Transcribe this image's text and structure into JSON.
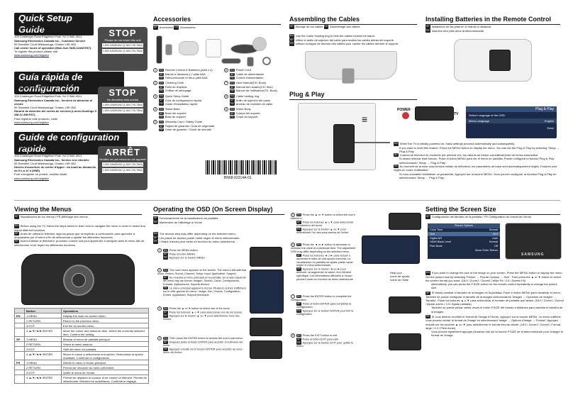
{
  "left": {
    "en": {
      "title": "Quick Setup Guide",
      "phone": "1-800-SAMSUNG (7267864)",
      "company1": "Samsung Electronics America, Inc.",
      "addr1": "105 Challenger Road Ridgefield Park, NJ 07660-0511",
      "company2": "Samsung Electronics Canada Inc., Customer Service",
      "addr2": "55 Standish Court Mississauga, Ontario L5R 4B2",
      "call": "Call center hours of operation (Mon-Sun 9AM-12AM EST).",
      "reg": "To register this product please visit",
      "url": "www.samsung.com/register",
      "stop_title": "STOP",
      "stop_text": "Please do not return this unit",
      "stop_phone": "1-800-SAMSUNG (1-800-726-7864)"
    },
    "sp": {
      "title": "Guía rápida de configuración",
      "phone": "1-800-SAMSUNG (7267864)",
      "company1": "Samsung Electronics America, Inc.",
      "addr1": "105 Challenger Road Ridgefield Park, NJ 07660-0511",
      "company2": "Samsung Electronics Canada Inc., Servicio de atención al cliente",
      "addr2": "55 Standish Court Mississauga, Ontario L5R 4B2",
      "call": "Horario de atención del centro de servicio (Lunes-Domingo 9 AM-12 AM EST).",
      "reg": "Para registrar este producto, visite",
      "url": "www.samsung.com/register",
      "stop_title": "STOP",
      "stop_text": "No devuelva esta unidad",
      "stop_phone": "1-800-SAMSUNG (1-800-726-7864)"
    },
    "fr": {
      "title": "Guide de configuration rapide",
      "phone": "1-800-SAMSUNG (7267864)",
      "company1": "Samsung Electronics America, Inc.",
      "addr1": "105 Challenger Road Ridgefield Park, NJ 07660-0511",
      "company2": "Samsung Electronics Canada Inc., Service à la clientèle",
      "addr2": "55 Standish Court Mississauga, Ontario L5R 4B2",
      "call": "Heures d'ouverture du centre d'appel : du lundi au dimanche, de 9 h à 12 h (HNE)",
      "reg": "Pour enregistrer ce produit, veuillez visiter",
      "url": "www.samsung.com/register",
      "stop_title": "ARRÊT",
      "stop_text": "Veuillez ne pas retourner cet appareil",
      "stop_phone": "1-800-SAMSUNG (1-800-726-7864)"
    }
  },
  "accessories": {
    "title": "Accessories",
    "subtitle_en": "Accessories",
    "subtitle_sp": "Accesorios",
    "subtitle_fr": "Accessoires",
    "items": [
      {
        "n": "1",
        "en": "Remote Control & Batteries (AAA x 2)",
        "sp": "Mando a distancia y 2 pilas AAA",
        "fr": "Télécommande et deux piles AAA"
      },
      {
        "n": "2",
        "en": "Cleaning Cloth",
        "sp": "Paño de limpieza",
        "fr": "Chiffon de nettoyage"
      },
      {
        "n": "3",
        "en": "Quick Setup Guide",
        "sp": "Guía de configuración rápida",
        "fr": "Guide d'installation rapide"
      },
      {
        "n": "4",
        "en": "Stand Base",
        "sp": "Base del soporte",
        "fr": "Base du support"
      },
      {
        "n": "5",
        "en": "Warranty Card / Safety Guide",
        "sp": "Tarjeta de garantía / Guía de seguridad",
        "fr": "Carte de garantie / Guide de sécurité"
      },
      {
        "n": "6",
        "en": "Power Cord",
        "sp": "Cable de alimentación",
        "fr": "Cordon d'alimentation"
      },
      {
        "n": "7",
        "en": "User Manual(CD, Book)",
        "sp": "Manual del usuario(CD, libro)",
        "fr": "Manuel de l'utilisateur(CD, Book)"
      },
      {
        "n": "8",
        "en": "Cable holding ring",
        "sp": "Anillo de sujeción del cable",
        "fr": "Anneau de maintien de câble"
      },
      {
        "n": "9",
        "en": "Stand Body",
        "sp": "Cuerpo del soporte",
        "fr": "Corps du support"
      }
    ],
    "barcode": "BN68-02214A-01"
  },
  "assembling": {
    "title": "Assembling the Cables",
    "sub_sp": "Montaje de los cables",
    "sub_fr": "Assemblage des câbles",
    "en": "Use the Cable Holding ring to hide the cables behind the stand.",
    "sp": "Utilice el anillo de sujeción del cable para ocultar los cables detrás del soporte.",
    "fr": "Utilisez la bague de retenue des câbles pour cacher les câbles derrière le support."
  },
  "batteries": {
    "title": "Installing Batteries in the Remote Control",
    "sp": "Instalación de las pilas en el mando a distancia",
    "fr": "Insertion des piles dans la télécommande"
  },
  "plug": {
    "title": "Plug & Play",
    "osd_title": "Plug & Play",
    "osd_row1": "Select Language of the OSD.",
    "osd_row2_label": "Menu Language",
    "osd_row2_value": "English",
    "osd_enter": "Enter",
    "en1": "When the TV is initially powered on, basic settings proceed automatically and subsequently.",
    "en2": "If you want to reset this feature, Press the MENU button to display the menu. You can set the Plug & Play by selecting 'Setup → Plug & Play'.",
    "sp1": "Cuando se televisor se enciende por primera vez, los valores se inician correlativamente de forma automática.",
    "sp2": "Si desea reiniciar esta función, Pulse el botón MENU para ver el menú en pantalla. Puede configurar la función Plug & Play seleccionando 'Setup → Plug & Play'.",
    "fr1": "Au moment de la mise sous tension initiale du téléviseur, les paramètres de base sont automatiquement réglés. D'autres sont réglés en cours d'utilisation.",
    "fr2": "Si vous souhaitez réinitialiser ce paramètre, Appuyez sur la touche MENU. Vous pouvez configurer la fonction Plug & Play en sélectionnant 'Setup → Plug & Play'.",
    "power_label": "POWER",
    "tv_label": "TV"
  },
  "viewing": {
    "title": "Viewing the Menus",
    "sub": "Visualización de los menús / FR Affichage des menus",
    "en": "Before using the TV, follow the steps below to learn how to navigate the menu in order to select and adjust different functions.",
    "sp": "Antes de utilizar el televisor, siga los pasos que se explican a continuación para aprender a desplazarse por el menú a fin de seleccionar y ajustar las diferentes funciones.",
    "fr": "Avant d'utiliser le téléviseur, procédez comme suit pour apprendre à naviguer dans le menu afin de sélectionner et de régler les différentes fonctions.",
    "table_head": [
      "Button",
      "Operations"
    ],
    "rows": [
      {
        "lang": "EN",
        "btn": "1.MENU",
        "op": "Display the main on-screen menu."
      },
      {
        "lang": "",
        "btn": "2.RETURN",
        "op": "Return to the previous menu."
      },
      {
        "lang": "",
        "btn": "3.EXIT",
        "op": "Exit the on-screen menu."
      },
      {
        "lang": "",
        "btn": "4.▲/▼/◄/►/ENTER",
        "op": "Move the cursor and select an item. Select the currently selected item. Confirm the setting."
      },
      {
        "lang": "SP",
        "btn": "1.MENU",
        "op": "Mostrar el menú de pantalla principal."
      },
      {
        "lang": "",
        "btn": "2.RETURN",
        "op": "Volver al menú anterior."
      },
      {
        "lang": "",
        "btn": "3.EXIT",
        "op": "Salir del menú en pantalla."
      },
      {
        "lang": "",
        "btn": "4.▲/▼/◄/►/ENTER",
        "op": "Mover el cursor y seleccionar una opción. Seleccionar la opción resaltada. Confirmar la configuración."
      },
      {
        "lang": "FR",
        "btn": "1.MENU",
        "op": "Affiche le menu à l'écran principal."
      },
      {
        "lang": "",
        "btn": "2.RETURN",
        "op": "Permet de retourner au menu précédent."
      },
      {
        "lang": "",
        "btn": "3.EXIT",
        "op": "Quitte le menu de l'écran."
      },
      {
        "lang": "",
        "btn": "4.▲/▼/◄/►/ENTER",
        "op": "Permet de déplacer le curseur et de choisir un élément. Permet de sélectionner l'élément en surbrillance. Confirme le réglage."
      }
    ]
  },
  "osd": {
    "title": "Operating the OSD (On Screen Display)",
    "sub_sp": "Funcionamiento de la visualización en pantalla",
    "sub_fr": "Maniement de l'affichage à l'écran",
    "note_en": "The access step may differ depending on the selected menu.",
    "note_sp": "Los pasos de acceso puede variar según el menú seleccionado.",
    "note_fr": "L'étape d'accès peut varier en fonction du menu sélectionné.",
    "steps": [
      {
        "n": "1",
        "en": "Press the MENU button.",
        "sp": "Pulse el botón MENU.",
        "fr": "Appuyez sur le bouton MENU."
      },
      {
        "n": "2",
        "en": "The main menu appears on the screen. The menu's left side has icons: Picture, Sound, Channel, Setup, Input, Application, Support.",
        "sp": "Se muestra el menú principal en la pantalla. En el lado izquierdo del menú hay los iconos: Imagen, Sonido, Canal, Configuración, Entrada, Aplicaciones, Soporte técnico.",
        "fr": "Le menu principal apparaît à l'écran. Plusieurs icônes s'affichent sur le côté gauche du menu : Image, Son, Chaîne, Configuration, Entrée, Application, Support technique."
      },
      {
        "n": "3",
        "en": "Press the ▲ or ▼ button to select one of the icons.",
        "sp": "Pulse los botones ▲ o ▼ para seleccionar uno de los iconos.",
        "fr": "Appuyez sur le bouton ▲ ou ▼ pour sélectionner l'une des icônes."
      },
      {
        "n": "4",
        "en": "Then press the ENTER button to access the icon's sub-menu.",
        "sp": "Después pulse el botón ENTER para acceder al submenú del icono.",
        "fr": "Appuyez ensuite sur le bouton ENTER pour accéder au sous-menu de l'icône."
      },
      {
        "n": "5",
        "en": "Press the ▲ or ▼ button to select the icon's submenu.",
        "sp": "Pulse los botones ▲ o ▼ para seleccionar el submenú del icono.",
        "fr": "Appuyez sur le bouton ▲ ou ▼ pour sélectionner l'un des sous-menus de l'icône."
      },
      {
        "n": "6",
        "en": "Press the ◄ or ► button to decrease or increase the value of a particular item. The adjustment OSD may differ depending on the selected menu.",
        "sp": "Pulse los botones ◄ o ► para reducir o aumentar el valor de una opción concreta. La visualización en pantalla de ajuste puede variar según el menú seleccionado.",
        "fr": "Appuyez sur le bouton ◄ ou ► pour diminuer ou augmenter la valeur d'un élément spécifique. Les informations affichées à l'écran peuvent varier en fonction du menu sélectionné."
      },
      {
        "n": "7",
        "en": "Press the ENTER button to complete the configuration.",
        "sp": "Pulse el botón ENTER para completar la configuración.",
        "fr": "Appuyez sur le bouton ENTER pour finir la configuration."
      },
      {
        "n": "8",
        "en": "Press the EXIT button to exit.",
        "sp": "Pulse el botón EXIT para salir.",
        "fr": "Appuyez sur le bouton EXIT pour quitter le menu."
      }
    ],
    "help_en": "Help icon",
    "help_sp": "Icono de ayuda",
    "help_fr": "Icône de l'Aide"
  },
  "screen": {
    "title": "Setting the Screen Size",
    "sub": "Configuración del tamaño de la pantalla / FR Configuration du format de l'écran",
    "menu_title": "Picture Options",
    "menu_rows": [
      {
        "k": "Color Tone",
        "v": "Normal"
      },
      {
        "k": "Size",
        "v": "16:9"
      },
      {
        "k": "Digital NR",
        "v": "Auto"
      },
      {
        "k": "HDMI Black Level",
        "v": "Normal"
      },
      {
        "k": "Film Mode",
        "v": "Off"
      }
    ],
    "menu_footer": "Move  Enter  Return",
    "brand": "SAMSUNG",
    "en": "If you want to change the size of the image on your screen, Press the MENU button to display the menu. Set the picture size by selecting 'Picture → Picture Options → Size'. Then press the ▲ or ▼ button to select the screen format you want. (16:9 / Zoom1 / Zoom2 / Wide Fit / 4:3 / Screen Fit)",
    "en2": "Alternatively, you can press the P.SIZE button on the remote control repeatedly to change the picture size.",
    "sp": "Si desea cambiar el tamaño de la imagen en la pantalla, Pulse el botón MENU para visualizar el menú. También se puede configurar el tamaño de la imagen seleccionando 'Imagen → Opciones de imagen → Tamaño'. Pulse los botones ▲ o ▼ para seleccionar el formato de pantalla que desee. (16:9 / Zoom1 / Zoom2 / Ajuste ancho / 4:3 / Ajuste pantalla)",
    "sp2": "También se puede pulsar varias veces el botón P.SIZE del mando a distancia para cambiar el tamaño de la imagen.",
    "fr": "Si vous désirez modifier le format de l'image à l'écran, appuyez sur la touche MENU. Le menu s'affiche. Vous pouvez choisir le format de l'image en sélectionnant 'Image → Options d'image → Format'. Appuyez ensuite sur les touches ▲ ou ▼ pour sélectionner le format d'écran désiré. (16:9 / Zoom1 / Zoom2 / Format large / 4:3 / Plein écran)",
    "fr2": "Vous pouvez également appuyer plusieurs fois sur la touche P.SIZE de la télécommande pour changer le format de l'image."
  },
  "lang_tags": {
    "en": "EN",
    "sp": "SP",
    "fr": "FR"
  }
}
